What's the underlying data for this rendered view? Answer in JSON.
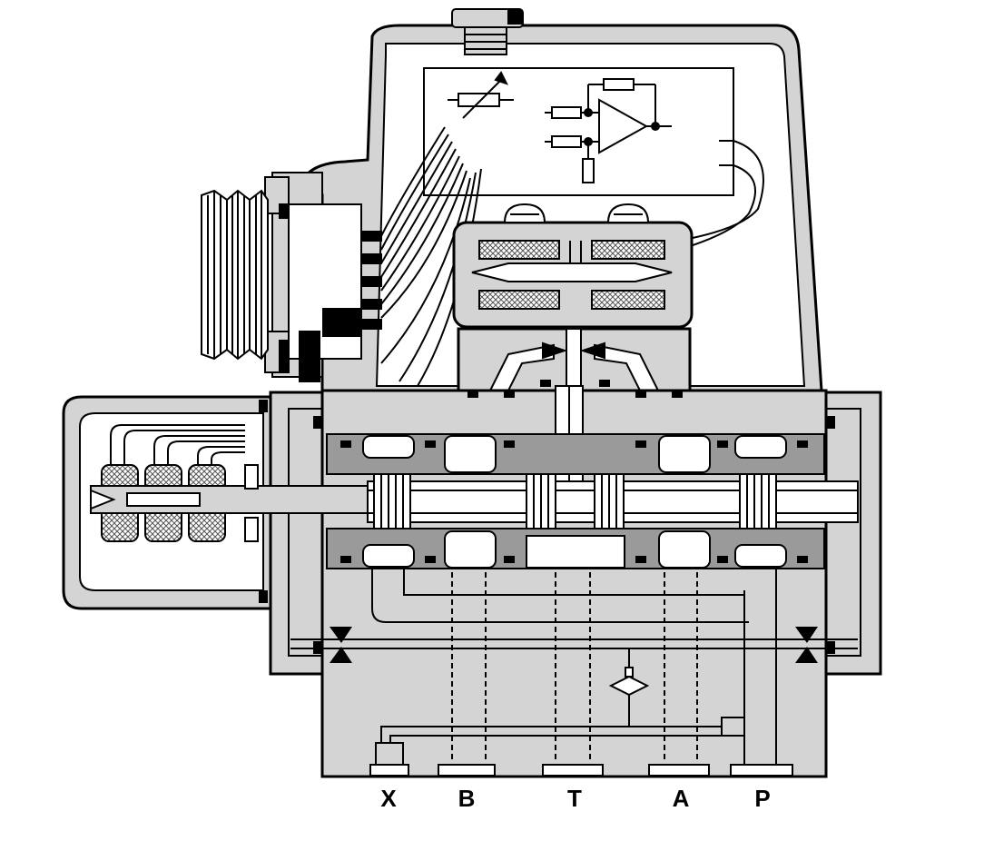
{
  "diagram": {
    "ports": [
      {
        "id": "X",
        "label": "X"
      },
      {
        "id": "B",
        "label": "B"
      },
      {
        "id": "T",
        "label": "T"
      },
      {
        "id": "A",
        "label": "A"
      },
      {
        "id": "P",
        "label": "P"
      }
    ],
    "colors": {
      "body": "#d4d4d4",
      "line": "#000000",
      "background": "#ffffff",
      "coil_hatch": "#9a9a9a"
    }
  }
}
